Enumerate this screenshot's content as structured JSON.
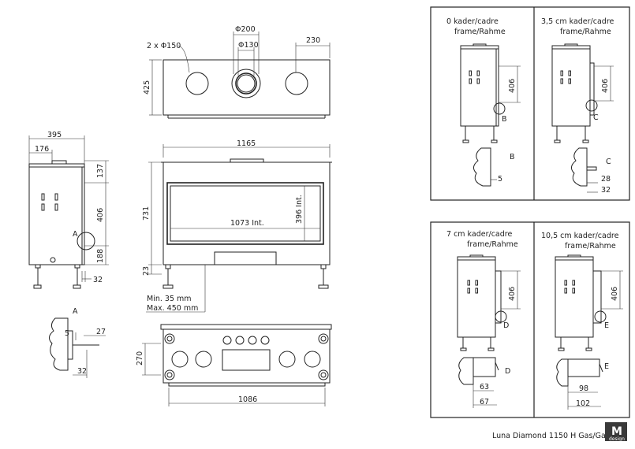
{
  "title": "Luna Diamond 1150 H Gas/Gaz",
  "logo": {
    "letter": "M",
    "sub": "design"
  },
  "top_view": {
    "label_holes": "2 x Φ150",
    "label_outer": "Φ200",
    "label_inner": "Φ130",
    "label_offset": "230",
    "label_depth": "425"
  },
  "side_view": {
    "label_width": "395",
    "label_collar": "176",
    "label_top": "137",
    "label_mid": "406",
    "label_bottom": "188",
    "label_foot": "32",
    "marker": "A"
  },
  "front_view": {
    "label_width": "1165",
    "label_height": "731",
    "label_inner_width": "1073 Int.",
    "label_inner_height": "396 Int.",
    "label_base": "23",
    "note_min": "Min. 35 mm",
    "note_max": "Max. 450 mm"
  },
  "detail_a": {
    "marker": "A",
    "label_5": "5",
    "label_27": "27",
    "label_32": "32"
  },
  "bottom_view": {
    "label_height": "270",
    "label_width": "1086"
  },
  "panels": [
    {
      "title_1": "0  kader/cadre",
      "title_2": "frame/Rahme",
      "dim": "406",
      "marker": "B",
      "d1": "5",
      "d2": ""
    },
    {
      "title_1": "3,5 cm kader/cadre",
      "title_2": "frame/Rahme",
      "dim": "406",
      "marker": "C",
      "d1": "28",
      "d2": "32"
    },
    {
      "title_1": "7 cm kader/cadre",
      "title_2": "frame/Rahme",
      "dim": "406",
      "marker": "D",
      "d1": "63",
      "d2": "67"
    },
    {
      "title_1": "10,5 cm kader/cadre",
      "title_2": "frame/Rahme",
      "dim": "406",
      "marker": "E",
      "d1": "98",
      "d2": "102"
    }
  ]
}
